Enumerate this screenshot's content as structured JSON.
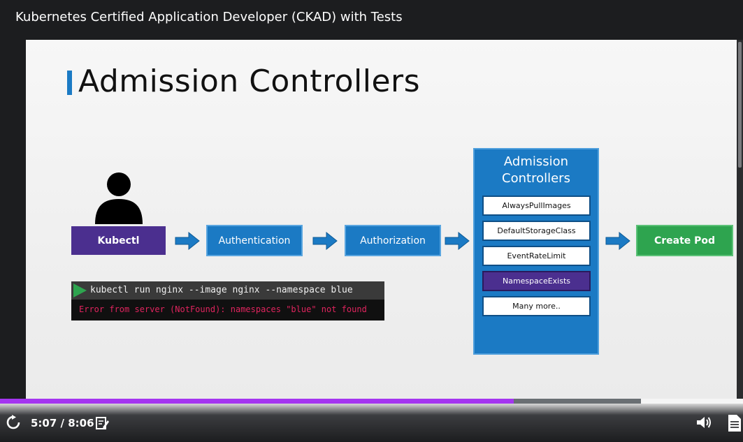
{
  "header": {
    "course_title": "Kubernetes Certified Application Developer (CKAD) with Tests"
  },
  "slide": {
    "title": "Admission Controllers",
    "user_icon": "person-icon",
    "flow": {
      "kubectl_label": "Kubectl",
      "authentication_label": "Authentication",
      "authorization_label": "Authorization",
      "create_pod_label": "Create Pod"
    },
    "admission_panel": {
      "title": "Admission\nControllers",
      "items": [
        {
          "label": "AlwaysPullImages",
          "active": false
        },
        {
          "label": "DefaultStorageClass",
          "active": false
        },
        {
          "label": "EventRateLimit",
          "active": false
        },
        {
          "label": "NamespaceExists",
          "active": true
        },
        {
          "label": "Many more..",
          "active": false
        }
      ]
    },
    "terminal": {
      "command": "kubectl run nginx --image nginx --namespace blue",
      "error": "Error from server (NotFound): namespaces \"blue\" not found"
    }
  },
  "player": {
    "current_time": "5:07",
    "duration": "8:06",
    "time_display": "5:07 / 8:06",
    "progress_fraction": 0.691,
    "buffered_fraction": 0.863,
    "icons": [
      "replay-icon",
      "notes-icon",
      "volume-icon",
      "transcript-icon"
    ]
  },
  "colors": {
    "accent_blue": "#1b7ac4",
    "purple": "#4b2f8f",
    "green": "#2ea44f",
    "progress": "#a435f0"
  }
}
